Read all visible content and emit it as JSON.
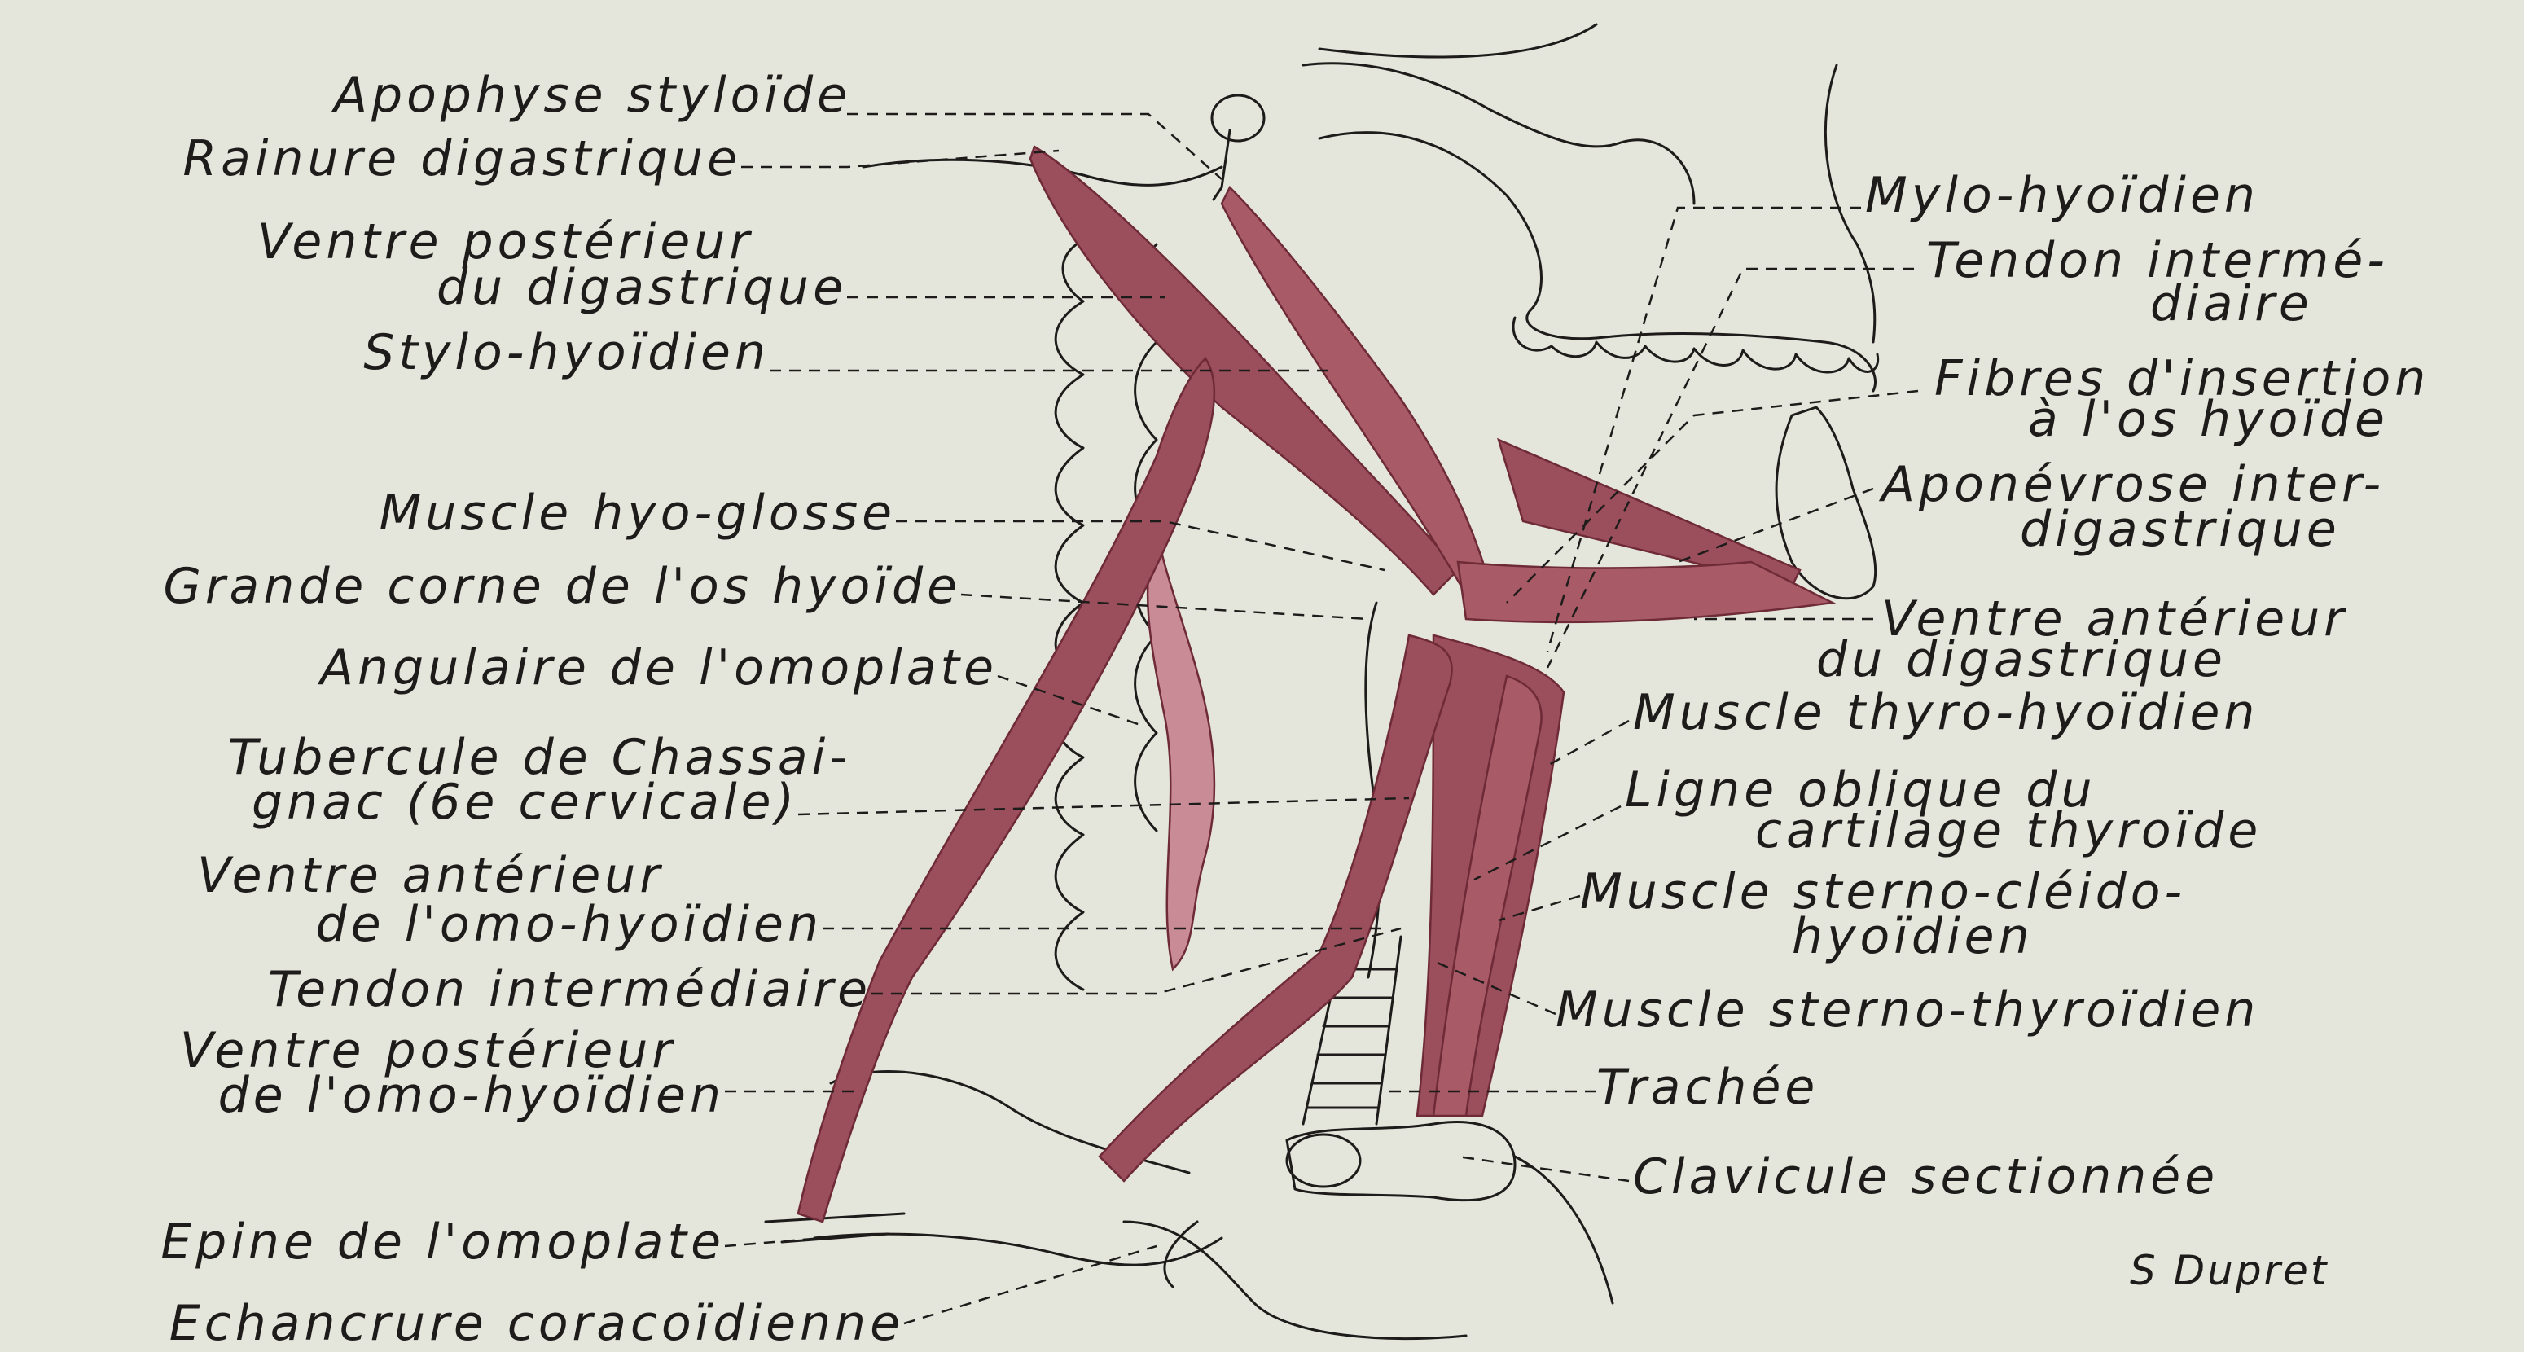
{
  "palette": {
    "paper": "#e4e5db",
    "ink": "#1e1c1a",
    "muscle": "#9b4e5c",
    "muscle_light": "#c98c96",
    "muscle_dark": "#6e2b37"
  },
  "labels_left": [
    "Apophyse styloïde",
    "Rainure digastrique",
    "Ventre postérieur",
    "du digastrique",
    "Stylo-hyoïdien",
    "Muscle hyo-glosse",
    "Grande corne de l'os hyoïde",
    "Angulaire de l'omoplate",
    "Tubercule de Chassai-",
    "gnac (6e cervicale)",
    "Ventre antérieur",
    "de l'omo-hyoïdien",
    "Tendon intermédiaire",
    "Ventre postérieur",
    "de l'omo-hyoïdien",
    "Epine de l'omoplate",
    "Echancrure coracoïdienne"
  ],
  "labels_right": [
    "Mylo-hyoïdien",
    "Tendon intermé-",
    "diaire",
    "Fibres d'insertion",
    "à l'os hyoïde",
    "Aponévrose inter-",
    "digastrique",
    "Ventre antérieur",
    "du digastrique",
    "Muscle thyro-hyoïdien",
    "Ligne oblique du",
    "cartilage thyroïde",
    "Muscle sterno-cléido-",
    "hyoïdien",
    "Muscle sterno-thyroïdien",
    "Trachée",
    "Clavicule sectionnée"
  ],
  "signature": "S Dupret"
}
